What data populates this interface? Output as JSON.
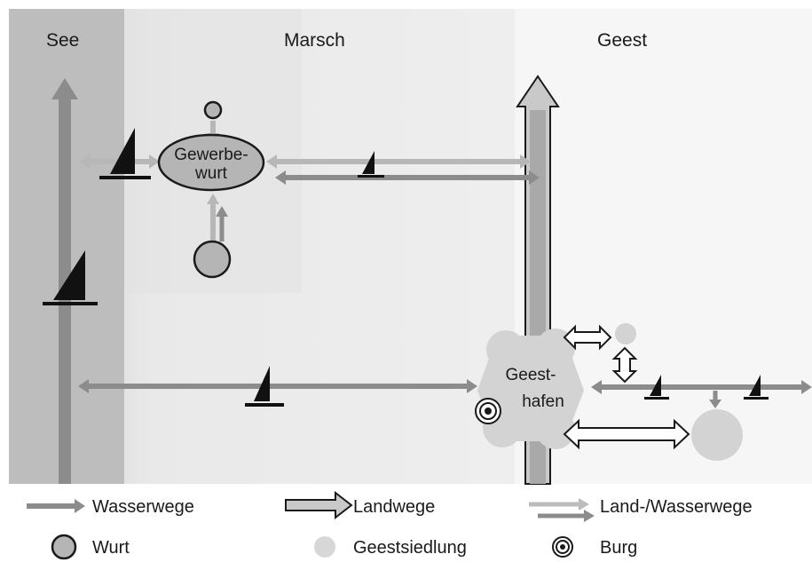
{
  "zones": {
    "sea": "See",
    "marsh": "Marsch",
    "geest": "Geest"
  },
  "nodes": {
    "gewerbewurt": {
      "line1": "Gewerbe-",
      "line2": "wurt"
    },
    "geesthafen": {
      "line1": "Geest-",
      "line2": "hafen"
    }
  },
  "legend": {
    "wasserwege": "Wasserwege",
    "landwege": "Landwege",
    "land_wasserwege": "Land-/Wasserwege",
    "wurt": "Wurt",
    "geestsiedlung": "Geestsiedlung",
    "burg": "Burg"
  },
  "colors": {
    "water_route": "#8f8f8f",
    "land_water_route": "#b8b8b8",
    "wurt_fill": "#b5b5b5",
    "geest_settlement": "#d7d7d7",
    "sea_band": "#bdbdbd",
    "marsh_band": "#e6e6e6",
    "geest_band": "#f3f3f3"
  },
  "icons": [
    "boat-icon",
    "burg-icon",
    "wurt-icon",
    "geestsiedlung-icon"
  ]
}
